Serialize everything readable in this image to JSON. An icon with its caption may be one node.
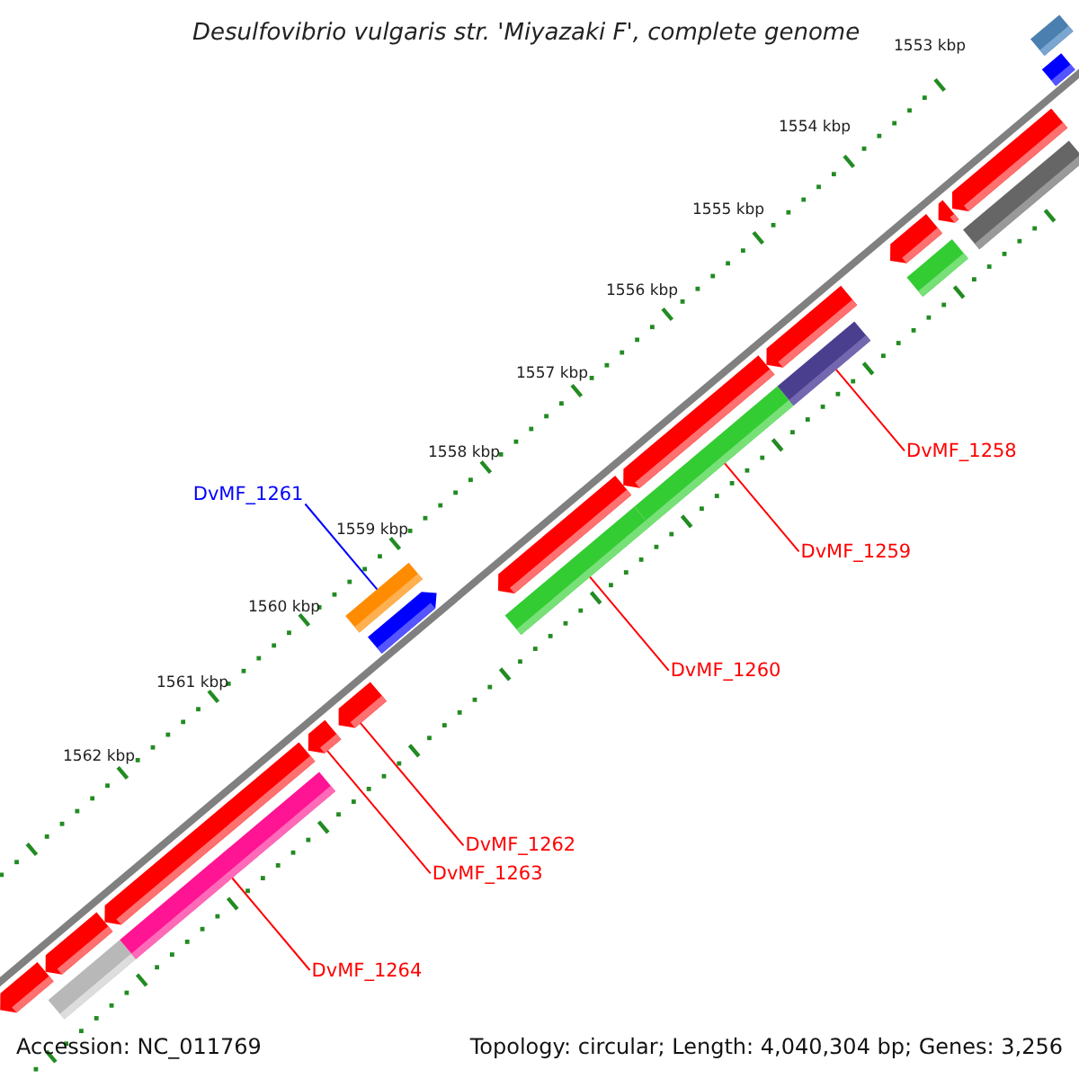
{
  "diagram": {
    "title": "Desulfovibrio vulgaris str. 'Miyazaki F', complete genome",
    "nodes": [
      {
        "text": [
          "DvMF_1258"
        ]
      },
      {
        "text": [
          "DvMF_1261"
        ]
      },
      {
        "text": [
          "DvMF_1259"
        ]
      },
      {
        "text": [
          "DvMF_1260"
        ]
      },
      {
        "text": [
          "DvMF_1262"
        ]
      },
      {
        "text": [
          "DvMF_1263"
        ]
      },
      {
        "text": [
          "DvMF_1264"
        ]
      },
      {
        "text": [],
        "shape": "bar"
      },
      {
        "text": [],
        "shape": "bar"
      },
      {
        "text": [],
        "shape": "bar"
      },
      {
        "text": [],
        "shape": "bar"
      },
      {
        "text": [],
        "shape": "bar"
      },
      {
        "text": [],
        "shape": "bar"
      },
      {
        "text": [],
        "shape": "bar"
      },
      {
        "text": [],
        "shape": "bar"
      },
      {
        "text": [],
        "shape": "bar"
      },
      {
        "text": [],
        "shape": "bar"
      },
      {
        "text": [],
        "shape": "bar"
      },
      {
        "text": [],
        "shape": "bar"
      },
      {
        "text": [],
        "shape": "bar"
      },
      {
        "text": [],
        "shape": "bar"
      },
      {
        "text": [],
        "shape": "bar"
      },
      {
        "text": [],
        "shape": "bar"
      },
      {
        "text": [],
        "shape": "bar"
      },
      {
        "text": [],
        "shape": "bar"
      },
      {
        "text": [],
        "shape": "bar"
      },
      {
        "text": [],
        "shape": "bar"
      },
      {
        "text": [],
        "shape": "bar"
      },
      {
        "text": [],
        "shape": "bar"
      }
    ],
    "edges": [
      {
        "from": 0,
        "to": 20,
        "arrow": "none"
      },
      {
        "from": 1,
        "to": 14,
        "arrow": "none",
        "color": "#0000ff"
      },
      {
        "from": 2,
        "to": 18,
        "arrow": "none"
      },
      {
        "from": 3,
        "to": 16,
        "arrow": "none"
      },
      {
        "from": 4,
        "to": 13,
        "arrow": "none"
      },
      {
        "from": 5,
        "to": 12,
        "arrow": "none"
      },
      {
        "from": 6,
        "to": 11,
        "arrow": "none"
      }
    ],
    "labels": [
      "1553 kbp",
      "1554 kbp",
      "1555 kbp",
      "1556 kbp",
      "1557 kbp",
      "1558 kbp",
      "1559 kbp",
      "1560 kbp",
      "1561 kbp",
      "1562 kbp",
      "Accession: NC_011769",
      "Topology: circular; Length: 4,040,304 bp; Genes: 3,256"
    ]
  }
}
